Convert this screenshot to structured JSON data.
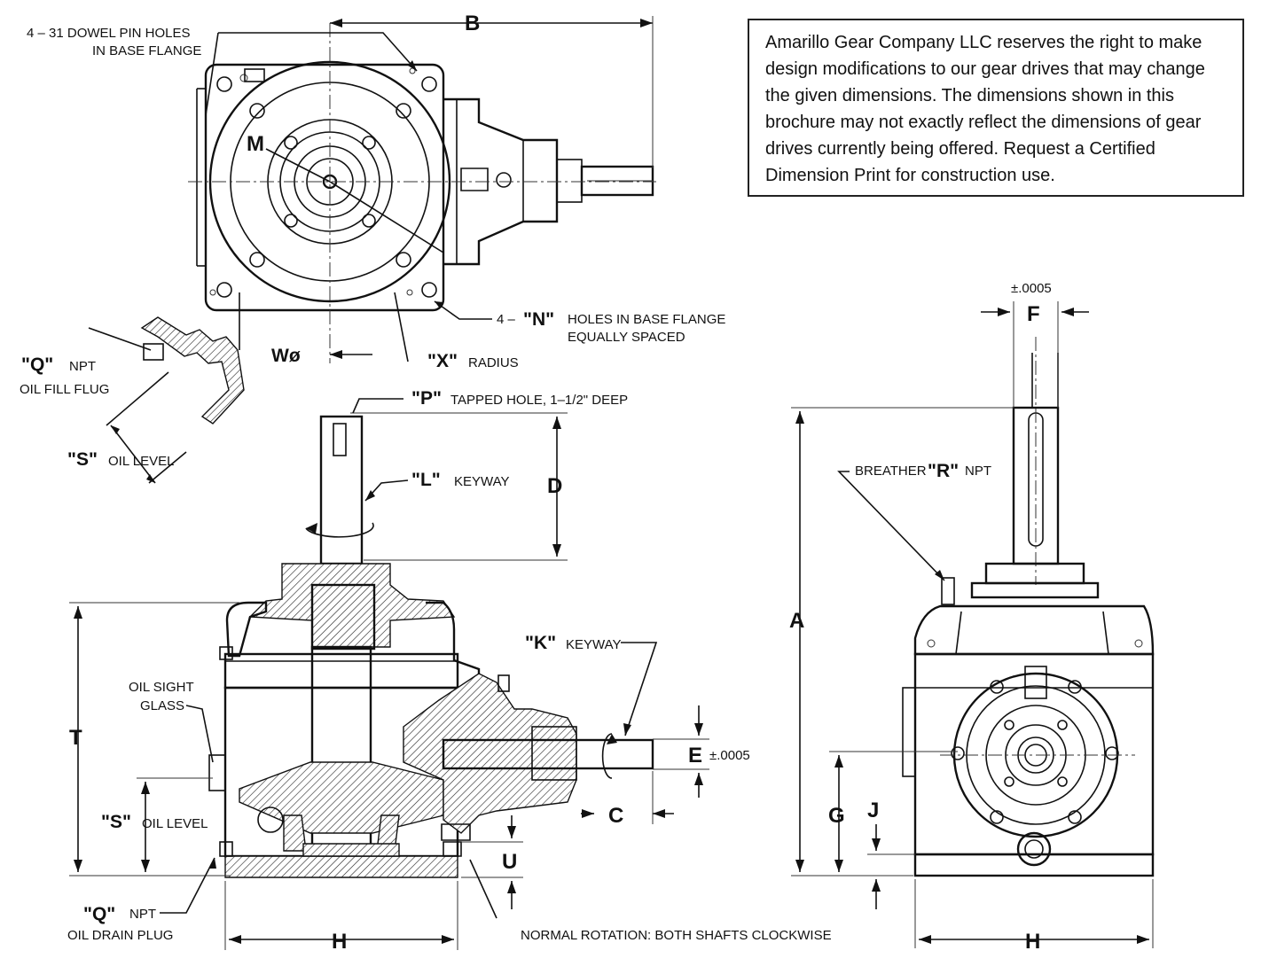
{
  "note": {
    "lines": [
      "Amarillo Gear Company LLC reserves the right to make",
      "design modifications to our gear drives that may change",
      "the given dimensions. The dimensions shown in this",
      "brochure may not exactly reflect the dimensions of gear",
      "drives currently being offered. Request a Certified",
      "Dimension Print for construction use."
    ]
  },
  "callouts": {
    "dowel_holes_1": "4 – 31 DOWEL PIN HOLES",
    "dowel_holes_2": "IN BASE FLANGE",
    "n_prefix": "4 – ",
    "n_letter": "\"N\"",
    "n_text_1": "HOLES IN BASE FLANGE",
    "n_text_2": "EQUALLY SPACED",
    "x_letter": "\"X\"",
    "x_text": "RADIUS",
    "q_top_letter": "\"Q\"",
    "q_top_text_1": "NPT",
    "q_top_text_2": "OIL FILL FLUG",
    "s_top_letter": "\"S\"",
    "s_top_text": "OIL LEVEL",
    "p_letter": "\"P\"",
    "p_text": "TAPPED HOLE, 1–1/2\" DEEP",
    "l_letter": "\"L\"",
    "l_text": "KEYWAY",
    "k_letter": "\"K\"",
    "k_text": "KEYWAY",
    "sight_1": "OIL SIGHT",
    "sight_2": "GLASS",
    "s_side_letter": "\"S\"",
    "s_side_text": "OIL LEVEL",
    "q_bot_letter": "\"Q\"",
    "q_bot_text_1": "NPT",
    "q_bot_text_2": "OIL DRAIN PLUG",
    "rotation": "NORMAL ROTATION: BOTH SHAFTS CLOCKWISE",
    "breather_prefix": "BREATHER",
    "breather_letter": "\"R\"",
    "breather_suffix": "NPT",
    "tol_e": "±.0005",
    "tol_f": "±.0005"
  },
  "dimensions": {
    "A": "A",
    "B": "B",
    "C": "C",
    "D": "D",
    "E": "E",
    "F": "F",
    "G": "G",
    "H": "H",
    "J": "J",
    "M": "M",
    "T": "T",
    "U": "U",
    "W": "Wø"
  }
}
